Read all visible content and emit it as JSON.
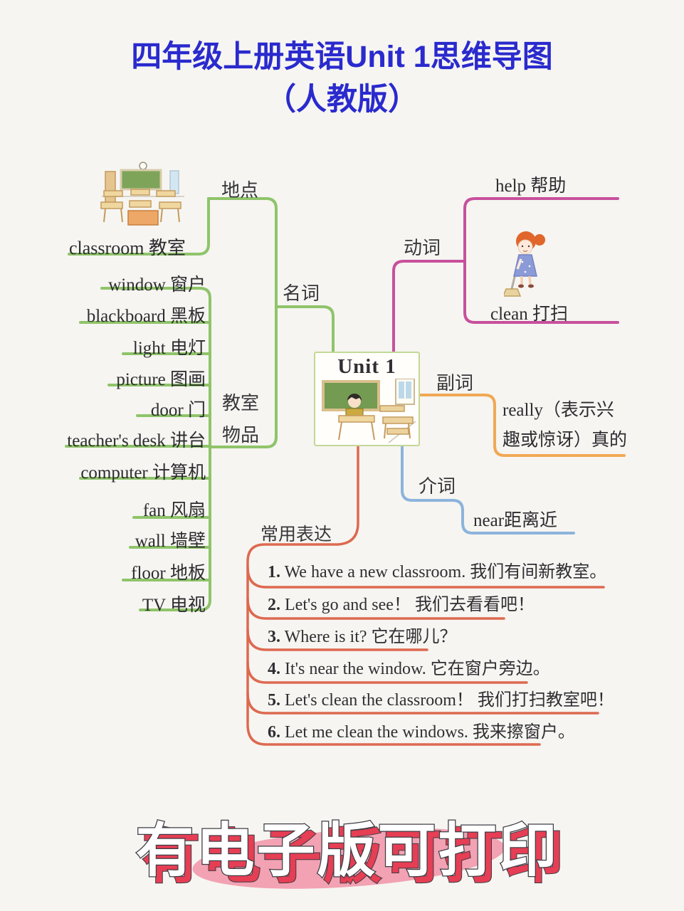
{
  "title": {
    "line1": "四年级上册英语Unit 1思维导图",
    "line2": "（人教版）"
  },
  "center": {
    "label": "Unit 1"
  },
  "branches": {
    "nouns": {
      "label": "名词",
      "place": {
        "label": "地点",
        "item": "classroom 教室"
      },
      "classroom_items": {
        "label_line1": "教室",
        "label_line2": "物品",
        "items": [
          "window 窗户",
          "blackboard 黑板",
          "light 电灯",
          "picture 图画",
          "door 门",
          "teacher's desk 讲台",
          "computer 计算机",
          "fan 风扇",
          "wall 墙壁",
          "floor 地板",
          "TV 电视"
        ]
      }
    },
    "verbs": {
      "label": "动词",
      "items": [
        "help 帮助",
        "clean 打扫"
      ]
    },
    "adverbs": {
      "label": "副词",
      "item_line1": "really（表示兴",
      "item_line2": "趣或惊讶）真的"
    },
    "prepositions": {
      "label": "介词",
      "item": "near距离近"
    },
    "expressions": {
      "label": "常用表达",
      "sentences": [
        {
          "num": "1.",
          "en": " We have a new classroom. ",
          "zh": "我们有间新教室。"
        },
        {
          "num": "2.",
          "en": " Let's go and see！ ",
          "zh": "我们去看看吧！"
        },
        {
          "num": "3.",
          "en": " Where is it?  ",
          "zh": "它在哪儿？"
        },
        {
          "num": "4.",
          "en": " It's near the window. ",
          "zh": "它在窗户旁边。"
        },
        {
          "num": "5.",
          "en": " Let's clean the classroom！ ",
          "zh": "我们打扫教室吧！"
        },
        {
          "num": "6.",
          "en": " Let me clean the windows. ",
          "zh": "我来擦窗户。"
        }
      ]
    }
  },
  "footer": {
    "banner": "有电子版可打印"
  },
  "illustrations": [
    "classroom-illustration",
    "unit1-classroom-illustration",
    "sweeping-girl-illustration"
  ],
  "colors": {
    "title_blue": "#2a2ace",
    "branch_green": "#8fc46a",
    "branch_pink": "#c8509d",
    "branch_orange": "#f0a955",
    "branch_blue": "#8cb4dc",
    "branch_red": "#dd6950",
    "banner_red": "#e63e54",
    "banner_pink_blob": "#f2a2b3",
    "background": "#f6f5f1"
  }
}
